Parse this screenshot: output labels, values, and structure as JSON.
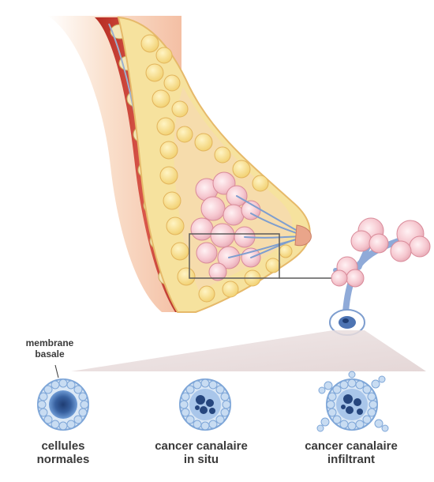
{
  "labels": {
    "membrane": [
      "membrane",
      "basale"
    ],
    "cell_normal": [
      "cellules",
      "normales"
    ],
    "cell_in_situ": [
      "cancer canalaire",
      "in situ"
    ],
    "cell_infiltrant": [
      "cancer canalaire",
      "infiltrant"
    ]
  },
  "colors": {
    "skin": "#f4c9a6",
    "muscle": "#c0392b",
    "fat": "#f4dc8a",
    "lobule": "#f7c9d1",
    "duct": "#7e9ecf",
    "cell_ring": "#7ea6d8",
    "nucleus": "#26467e"
  }
}
